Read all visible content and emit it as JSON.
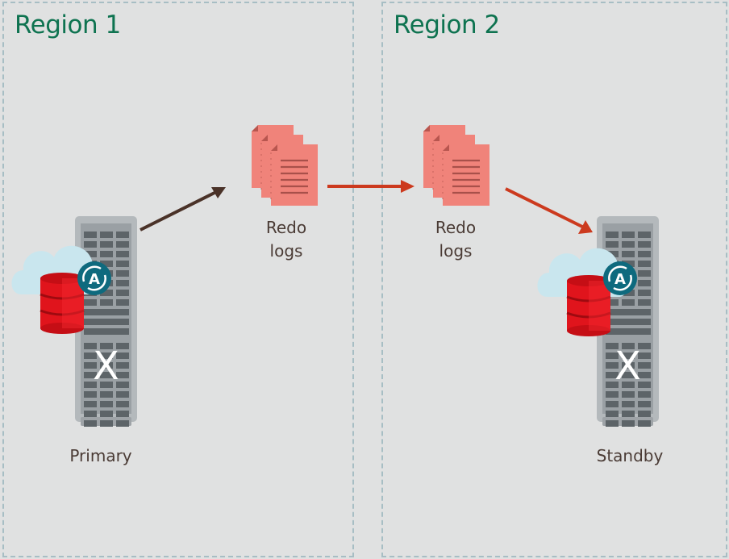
{
  "regions": [
    {
      "title": "Region 1"
    },
    {
      "title": "Region 2"
    }
  ],
  "nodes": {
    "primary": {
      "label": "Primary",
      "role": "database-server"
    },
    "standby": {
      "label": "Standby",
      "role": "database-server"
    },
    "redo_logs_1": {
      "label_line1": "Redo",
      "label_line2": "logs"
    },
    "redo_logs_2": {
      "label_line1": "Redo",
      "label_line2": "logs"
    }
  },
  "edges": [
    {
      "from": "primary",
      "to": "redo_logs_1",
      "color": "#4a3228"
    },
    {
      "from": "redo_logs_1",
      "to": "redo_logs_2",
      "color": "#cc3a1e"
    },
    {
      "from": "redo_logs_2",
      "to": "standby",
      "color": "#cc3a1e"
    }
  ],
  "colors": {
    "region_title": "#0e7350",
    "region_border": "#a7bec4",
    "redo_doc": "#f0837a",
    "database": "#e0141c",
    "autonomous_badge": "#0e6a7e",
    "cloud": "#c9e6ee"
  },
  "icons": {
    "server_mark": "X",
    "badge_mark": "A"
  }
}
